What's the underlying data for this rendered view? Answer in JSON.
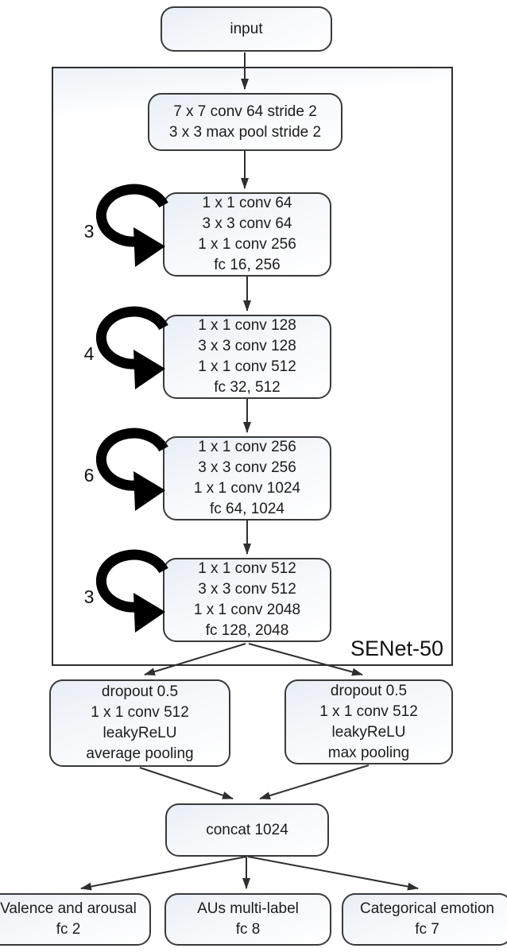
{
  "diagram": {
    "input_label": "input",
    "container_label": "SENet-50",
    "stem": {
      "lines": [
        "7 x 7 conv 64 stride 2",
        "3 x 3 max pool stride 2"
      ]
    },
    "blocks": [
      {
        "repeat": "3",
        "lines": [
          "1 x 1 conv 64",
          "3 x 3 conv 64",
          "1 x 1 conv 256",
          "fc 16, 256"
        ]
      },
      {
        "repeat": "4",
        "lines": [
          "1 x 1 conv 128",
          "3 x 3 conv 128",
          "1 x 1 conv 512",
          "fc 32, 512"
        ]
      },
      {
        "repeat": "6",
        "lines": [
          "1 x 1 conv 256",
          "3 x 3 conv 256",
          "1 x 1 conv 1024",
          "fc 64, 1024"
        ]
      },
      {
        "repeat": "3",
        "lines": [
          "1 x 1 conv 512",
          "3 x 3 conv 512",
          "1 x 1 conv 2048",
          "fc 128, 2048"
        ]
      }
    ],
    "branches": [
      {
        "lines": [
          "dropout 0.5",
          "1 x 1 conv 512",
          "leakyReLU",
          "average pooling"
        ]
      },
      {
        "lines": [
          "dropout 0.5",
          "1 x 1 conv 512",
          "leakyReLU",
          "max pooling"
        ]
      }
    ],
    "concat_label": "concat 1024",
    "outputs": [
      {
        "lines": [
          "Valence and arousal",
          "fc 2"
        ]
      },
      {
        "lines": [
          "AUs multi-label",
          "fc 8"
        ]
      },
      {
        "lines": [
          "Categorical emotion",
          "fc 7"
        ]
      }
    ],
    "colors": {
      "box_border": "#3a3a3a",
      "box_fill_tint": "#e9eef6",
      "arrow": "#2f2f2f",
      "loop_arrow": "#000000"
    }
  }
}
